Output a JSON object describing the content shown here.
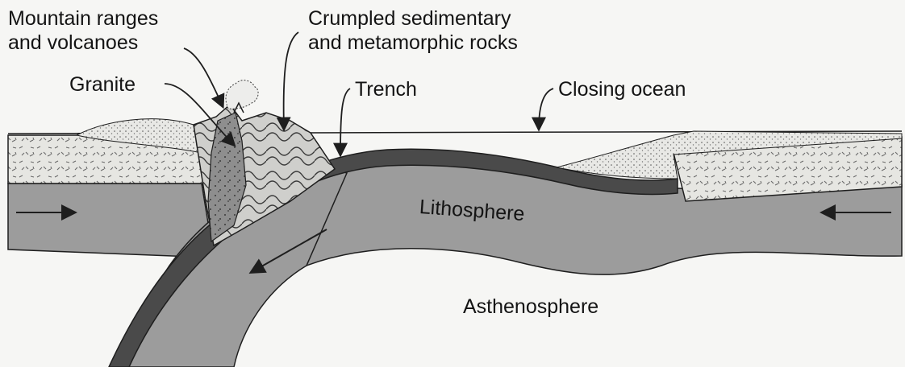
{
  "labels": {
    "mountain_ranges": "Mountain ranges\nand volcanoes",
    "granite": "Granite",
    "crumpled_rocks": "Crumpled sedimentary\nand metamorphic rocks",
    "trench": "Trench",
    "closing_ocean": "Closing ocean",
    "lithosphere": "Lithosphere",
    "asthenosphere": "Asthenosphere"
  },
  "colors": {
    "background": "#f6f6f4",
    "lithosphere": "#9a9a9a",
    "oceanic_crust": "#4a4a4a",
    "continental_crust": "#e4e4e0",
    "outline": "#1e1e1e"
  }
}
